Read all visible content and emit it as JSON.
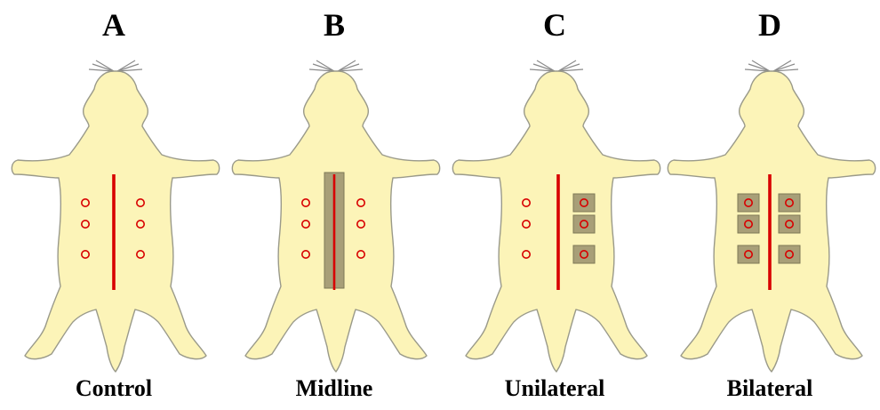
{
  "colors": {
    "body_fill": "#fcf4b8",
    "body_stroke": "#9a9a8a",
    "incision": "#d80000",
    "implant": "#a89f78",
    "implant_stroke": "#7e7856",
    "site": "#d80000"
  },
  "panels": [
    {
      "letter": "A",
      "label": "Control",
      "variant": "control"
    },
    {
      "letter": "B",
      "label": "Midline",
      "variant": "midline"
    },
    {
      "letter": "C",
      "label": "Unilateral",
      "variant": "unilateral"
    },
    {
      "letter": "D",
      "label": "Bilateral",
      "variant": "bilateral"
    }
  ]
}
